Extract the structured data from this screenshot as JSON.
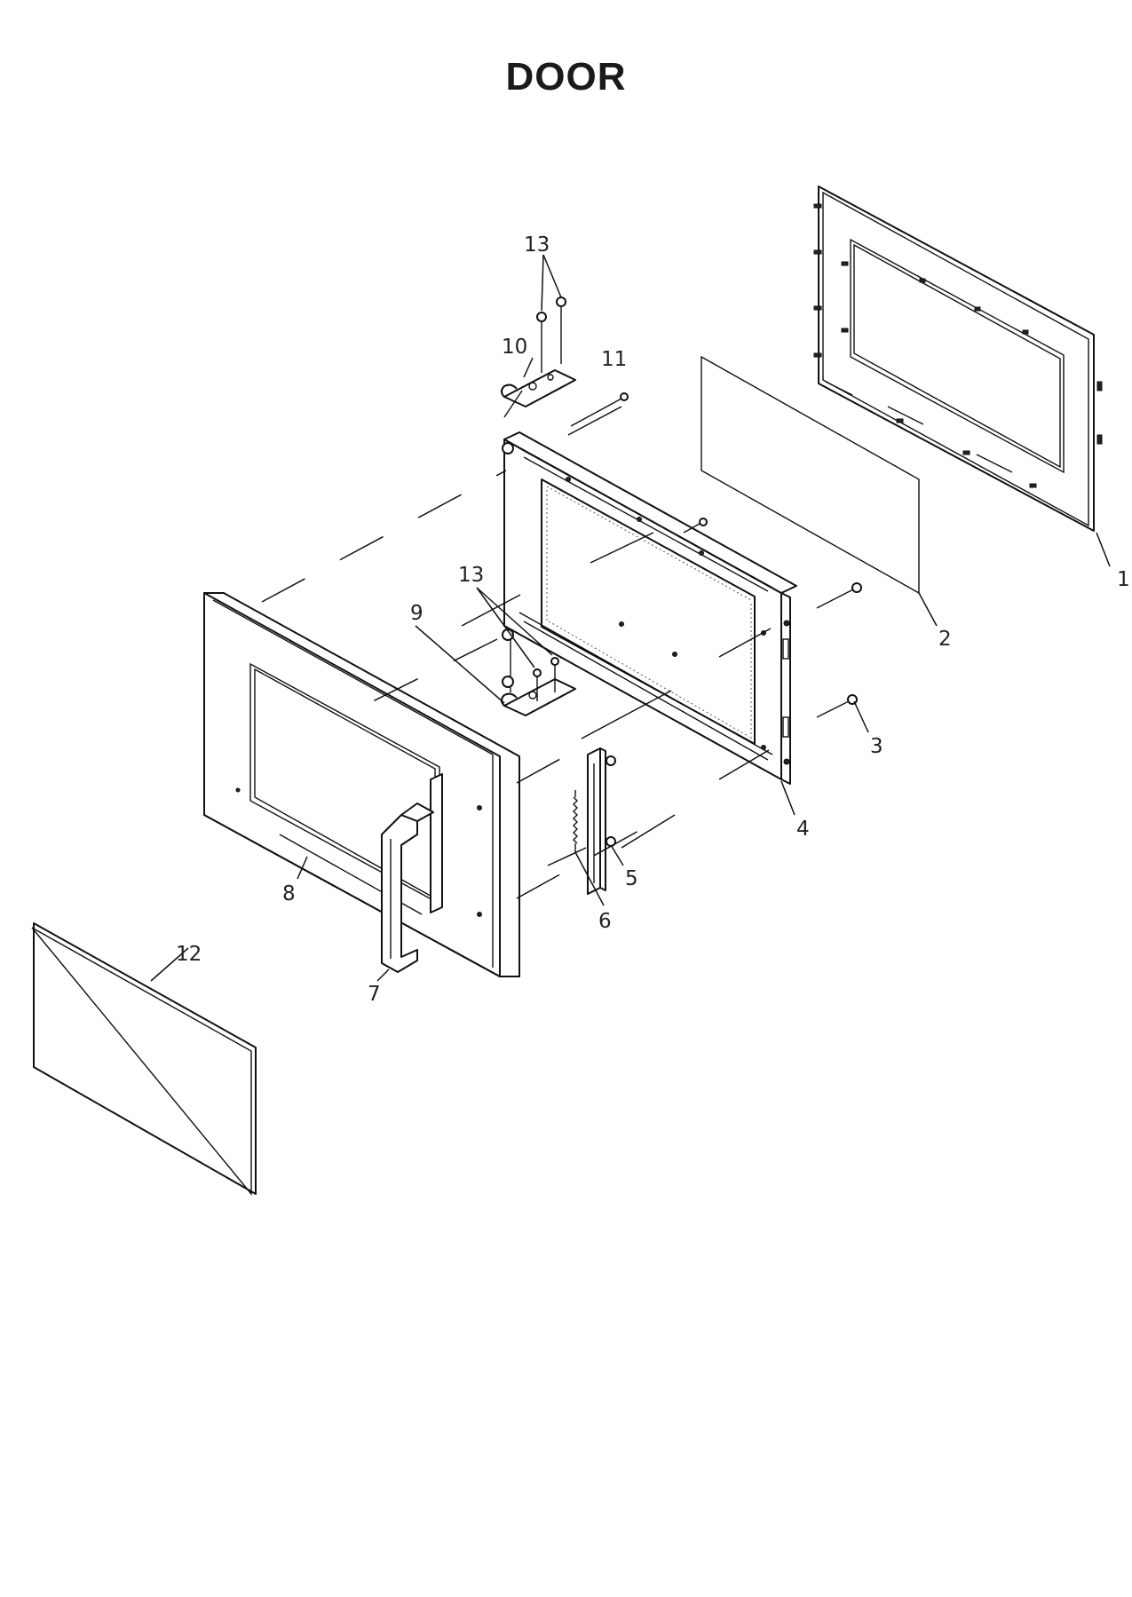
{
  "title": "DOOR",
  "callouts": [
    "1",
    "2",
    "3",
    "4",
    "5",
    "6",
    "7",
    "8",
    "9",
    "10",
    "11",
    "12",
    "13",
    "13"
  ]
}
